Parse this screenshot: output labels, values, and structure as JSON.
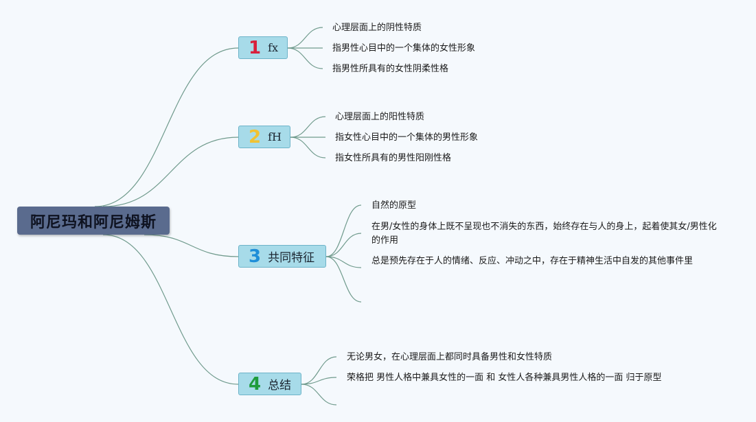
{
  "root": {
    "label": "阿尼玛和阿尼姆斯"
  },
  "branches": [
    {
      "number": "1",
      "title": "fx",
      "number_color": "#d8203c",
      "leaves": [
        "心理层面上的阴性特质",
        "指男性心目中的一个集体的女性形象",
        "指男性所具有的女性阴柔性格"
      ]
    },
    {
      "number": "2",
      "title": "fH",
      "number_color": "#f1c232",
      "leaves": [
        "心理层面上的阳性特质",
        "指女性心目中的一个集体的男性形象",
        "指女性所具有的男性阳刚性格"
      ]
    },
    {
      "number": "3",
      "title": "共同特征",
      "number_color": "#1f8ed8",
      "leaves": [
        "自然的原型",
        "在男/女性的身体上既不呈现也不消失的东西，始终存在与人的身上，起着使其女/男性化的作用",
        "总是预先存在于人的情绪、反应、冲动之中，存在于精神生活中自发的其他事件里"
      ]
    },
    {
      "number": "4",
      "title": "总结",
      "number_color": "#1f9c3c",
      "leaves": [
        "无论男女，在心理层面上都同时具备男性和女性特质",
        "荣格把 男性人格中兼具女性的一面 和 女性人各种兼具男性人格的一面 归于原型"
      ]
    }
  ],
  "colors": {
    "connector": "#6f9a8c",
    "branch_fill": "#a7dbe9",
    "root_fill": "#5a6b8e"
  }
}
